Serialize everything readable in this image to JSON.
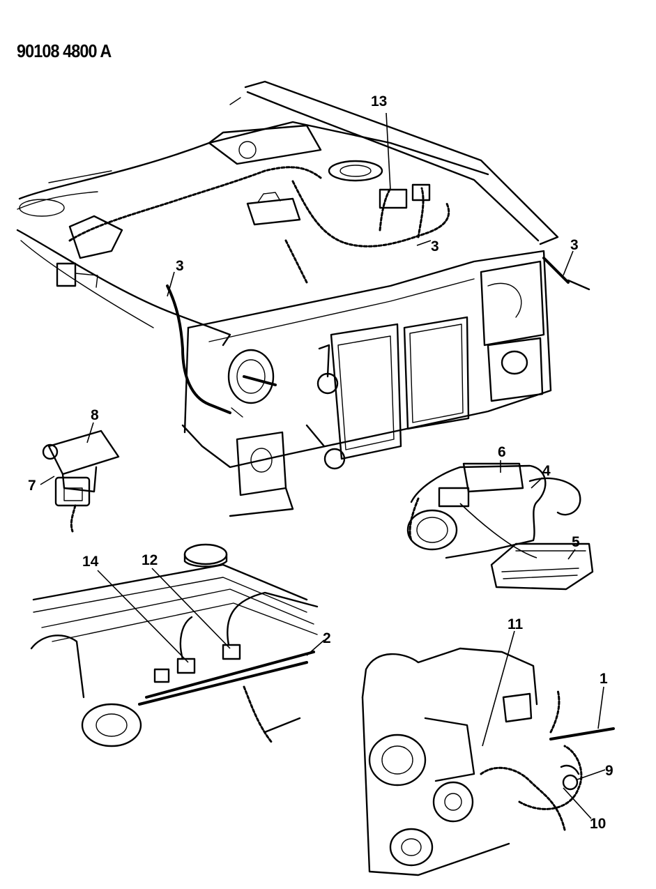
{
  "doc_id": "90108 4800 A",
  "callouts": {
    "c1": "1",
    "c2": "2",
    "c3a": "3",
    "c3b": "3",
    "c3c": "3",
    "c4": "4",
    "c5": "5",
    "c6": "6",
    "c7": "7",
    "c8": "8",
    "c9": "9",
    "c10": "10",
    "c11": "11",
    "c12": "12",
    "c13": "13",
    "c14": "14"
  }
}
